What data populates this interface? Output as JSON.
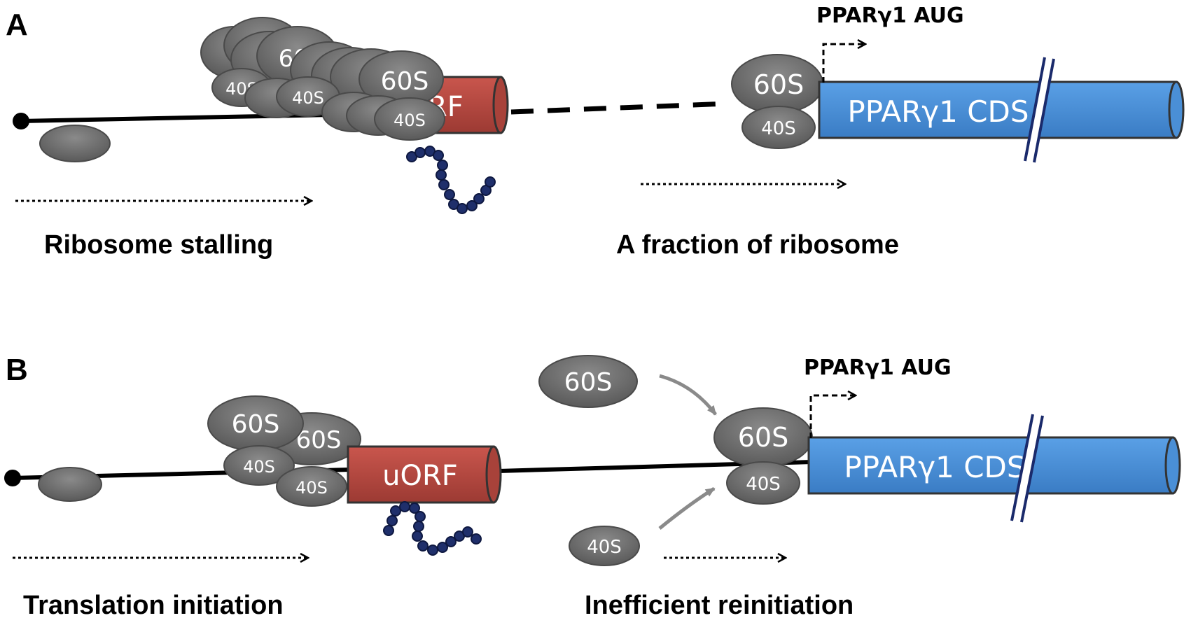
{
  "panels": [
    {
      "letter": "A",
      "uorf_label": "uORF",
      "aug_label": "PPARγ1 AUG",
      "cds_label": "PPARγ1 CDS",
      "caption_left": "Ribosome stalling",
      "caption_right": "A fraction of ribosome",
      "large_subunit": "60S",
      "small_subunit": "40S"
    },
    {
      "letter": "B",
      "uorf_label": "uORF",
      "aug_label": "PPARγ1 AUG",
      "cds_label": "PPARγ1 CDS",
      "caption_left": "Translation initiation",
      "caption_right": "Inefficient reinitiation",
      "large_subunit": "60S",
      "small_subunit": "40S"
    }
  ],
  "colors": {
    "ribosome": "#6f6f6f",
    "ribosome_stroke": "#4a4a4a",
    "uorf": "#b5463f",
    "cds": "#4a8fd6",
    "peptide": "#1f2f6b",
    "mrna": "#000000",
    "arrow_grey": "#8a8a8a"
  }
}
